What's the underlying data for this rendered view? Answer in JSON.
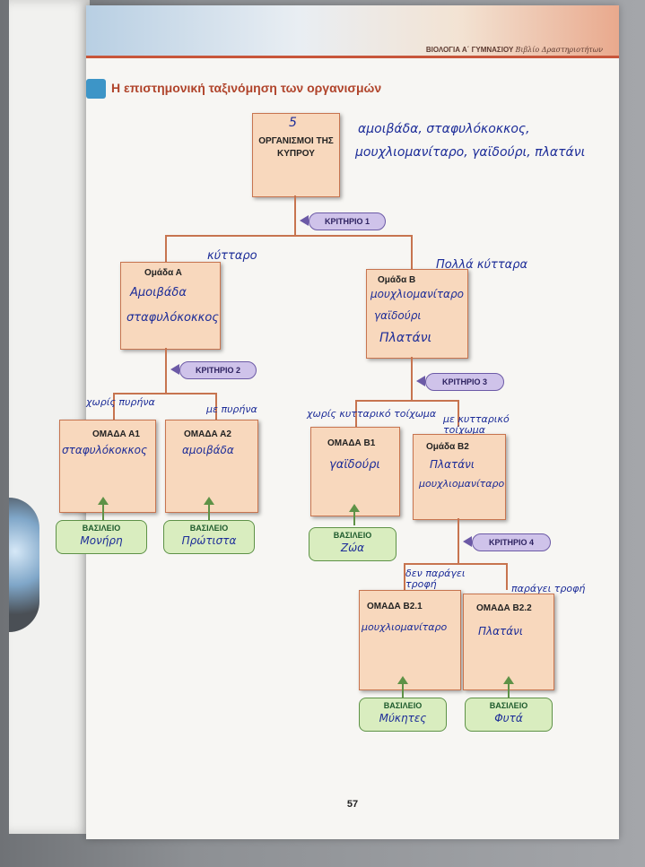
{
  "header": {
    "subject": "ΒΙΟΛΟΓΙΑ Α΄ ΓΥΜΝΑΣΙΟΥ",
    "book": "Βιβλίο Δραστηριοτήτων"
  },
  "title": "Η επιστημονική ταξινόμηση των οργανισμών",
  "page_number": "57",
  "root": {
    "label": "ΟΡΓΑΝΙΣΜΟΙ ΤΗΣ ΚΥΠΡΟΥ",
    "hw_num": "5",
    "hw_list": [
      "αμοιβάδα, σταφυλόκοκκος,",
      "μουχλιομανίταρο, γαϊδούρι, πλατάνι"
    ]
  },
  "criteria": [
    "ΚΡΙΤΗΡΙΟ 1",
    "ΚΡΙΤΗΡΙΟ 2",
    "ΚΡΙΤΗΡΙΟ 3",
    "ΚΡΙΤΗΡΙΟ 4"
  ],
  "groupA": {
    "label": "Ομάδα Α",
    "hw_lines": [
      "Αμοιβάδα",
      "σταφυλόκοκκος"
    ],
    "hw_above": "κύτταρο"
  },
  "groupB": {
    "label": "Ομάδα Β",
    "hw_lines": [
      "μουχλιομανίταρο",
      "γαϊδούρι",
      "Πλατάνι"
    ],
    "hw_above": "Πολλά κύτταρα"
  },
  "groupA1": {
    "label": "ΟΜΑΔΑ Α1",
    "hw": "σταφυλόκοκκος",
    "hw_above": "χωρίς πυρήνα"
  },
  "groupA2": {
    "label": "ΟΜΑΔΑ Α2",
    "hw": "αμοιβάδα",
    "hw_above": "με πυρήνα"
  },
  "groupB1": {
    "label": "ΟΜΑΔΑ Β1",
    "hw": "γαϊδούρι",
    "hw_above": "χωρίς κυτταρικό τοίχωμα"
  },
  "groupB2": {
    "label": "Ομάδα Β2",
    "hw_lines": [
      "Πλατάνι",
      "μουχλιομανίταρο"
    ],
    "hw_above": "με κυτταρικό τοίχωμα"
  },
  "groupB21": {
    "label": "ΟΜΑΔΑ Β2.1",
    "hw": "μουχλιομανίταρο",
    "hw_above": "δεν παράγει τροφή"
  },
  "groupB22": {
    "label": "ΟΜΑΔΑ Β2.2",
    "hw": "Πλατάνι",
    "hw_above": "παράγει τροφή"
  },
  "kingdoms": {
    "label": "ΒΑΣΙΛΕΙΟ",
    "A1": "Μονήρη",
    "A2": "Πρώτιστα",
    "B1": "Ζώα",
    "B21": "Μύκητες",
    "B22": "Φυτά"
  }
}
